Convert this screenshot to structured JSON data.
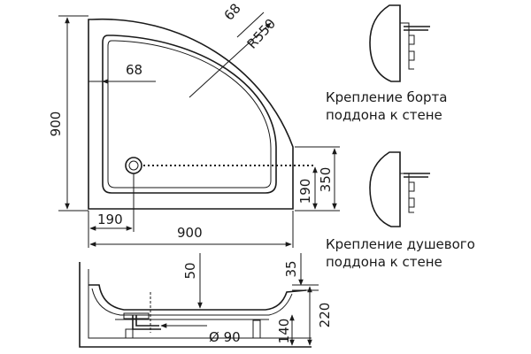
{
  "dimensions": {
    "edge_top": "68",
    "radius": "R550",
    "edge_left": "68",
    "height_total": "900",
    "width_total": "900",
    "drain_offset_x": "190",
    "drain_offset_y": "190",
    "drain_offset_y2": "350",
    "depth": "50",
    "rim": "35",
    "leg_height": "140",
    "total_height": "220",
    "drain_diameter": "Ø 90"
  },
  "captions": {
    "rim_mount_line1": "Крепление борта",
    "rim_mount_line2": "поддона к стене",
    "tray_mount_line1": "Крепление душевого",
    "tray_mount_line2": "поддона к стене"
  }
}
